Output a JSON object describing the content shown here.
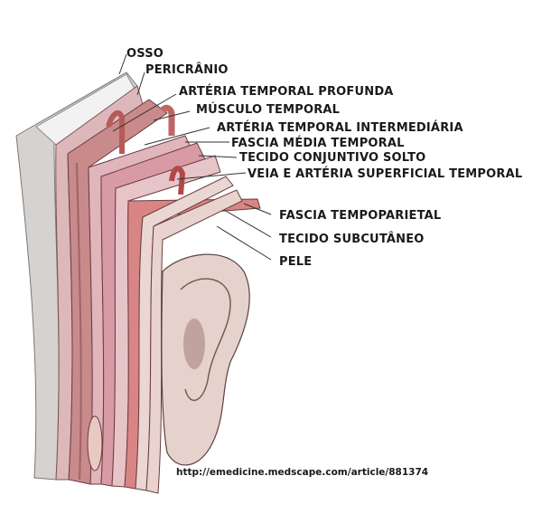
{
  "labels": {
    "osso": "OSSO",
    "pericranio": "PERICRÂNIO",
    "arteria_temporal_profunda": "ARTÉRIA TEMPORAL PROFUNDA",
    "musculo_temporal": "MÚSCULO TEMPORAL",
    "arteria_temporal_intermediaria": "ARTÉRIA TEMPORAL INTERMEDIÁRIA",
    "fascia_media_temporal": "FASCIA MÉDIA TEMPORAL",
    "tecido_conjuntivo_solto": "TECIDO CONJUNTIVO SOLTO",
    "veia_arteria_superficial": "VEIA E ARTÉRIA SUPERFICIAL TEMPORAL",
    "fascia_tempoparietal": "FASCIA TEMPOPARIETAL",
    "tecido_subcutaneo": "TECIDO SUBCUTÂNEO",
    "pele": "PELE"
  },
  "source_url": "http://emedicine.medscape.com/article/881374",
  "colors": {
    "bone": "#d8d4d2",
    "muscle": "#c98a8c",
    "fascia": "#e2b7bd",
    "artery": "#c9605e",
    "skin": "#e8d2cf"
  }
}
